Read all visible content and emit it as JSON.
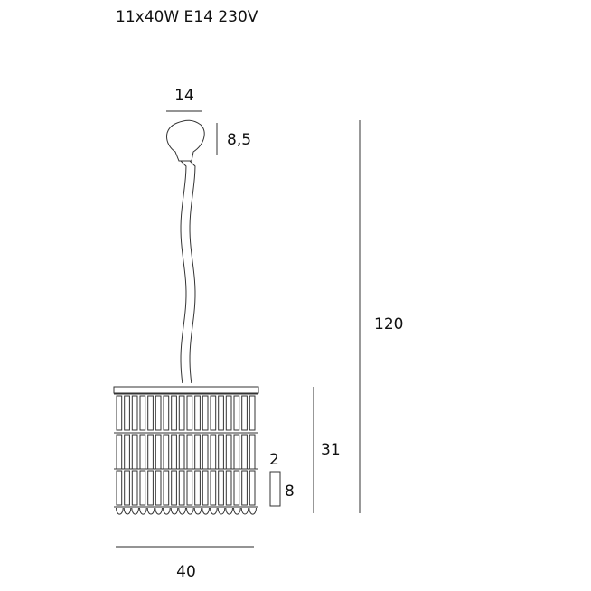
{
  "spec_text": "11x40W E14 230V",
  "dimensions": {
    "canopy_width": "14",
    "canopy_height": "8,5",
    "total_height": "120",
    "shade_height": "31",
    "crystal_width": "2",
    "crystal_height": "8",
    "shade_width": "40"
  },
  "shade": {
    "columns": 18,
    "tiers": 3
  }
}
